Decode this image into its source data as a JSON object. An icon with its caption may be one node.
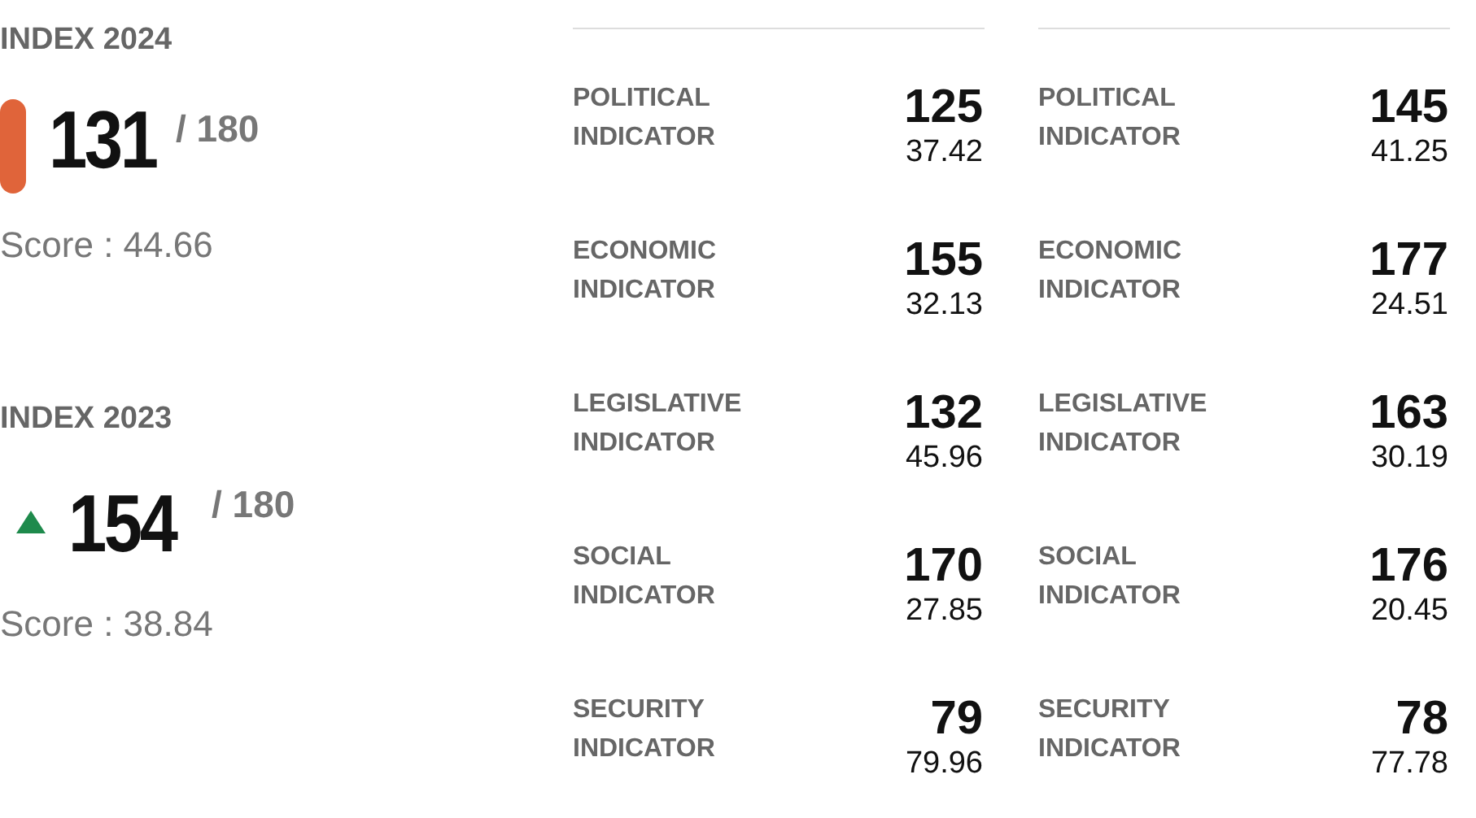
{
  "diagram": {
    "labels": [
      "INDEX 2024",
      "131",
      "/ 180",
      "Score : 44.66",
      "INDEX 2023",
      "154",
      "/ 180",
      "Score : 38.84",
      "POLITICAL INDICATOR",
      "125",
      "37.42",
      "POLITICAL INDICATOR",
      "145",
      "41.25",
      "ECONOMIC INDICATOR",
      "155",
      "32.13",
      "ECONOMIC INDICATOR",
      "177",
      "24.51",
      "LEGISLATIVE INDICATOR",
      "132",
      "45.96",
      "LEGISLATIVE INDICATOR",
      "163",
      "30.19",
      "SOCIAL INDICATOR",
      "170",
      "27.85",
      "SOCIAL INDICATOR",
      "176",
      "20.45",
      "SECURITY INDICATOR",
      "79",
      "79.96",
      "SECURITY INDICATOR",
      "78",
      "77.78"
    ]
  }
}
